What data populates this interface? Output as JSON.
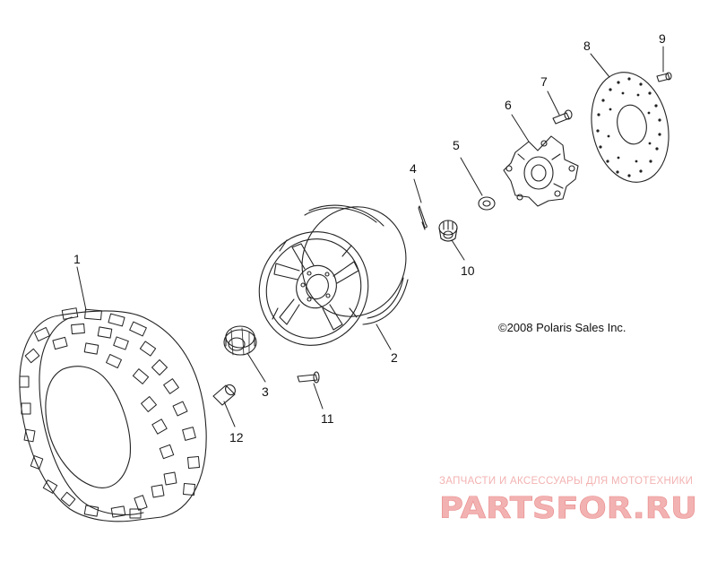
{
  "callouts": [
    "1",
    "2",
    "3",
    "4",
    "5",
    "6",
    "7",
    "8",
    "9",
    "10",
    "11",
    "12"
  ],
  "copyright": "©2008 Polaris Sales Inc.",
  "watermark": {
    "tagline": "ЗАПЧАСТИ И АКСЕССУАРЫ ДЛЯ МОТОТЕХНИКИ",
    "logo_text": "PARTSFOR.RU",
    "color": "#f3b2b2",
    "color_dark": "#e88b8b"
  },
  "colors": {
    "line": "#222222",
    "background": "#ffffff"
  }
}
